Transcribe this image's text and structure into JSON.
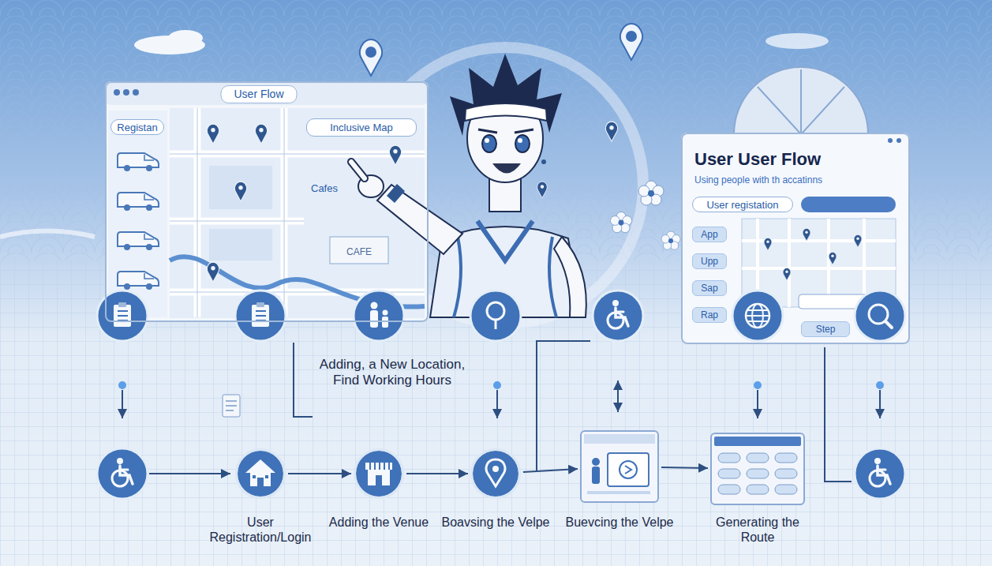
{
  "diagram": {
    "nodes": [
      {
        "text": [
          "User Flow"
        ]
      },
      {
        "text": [
          "Registan"
        ],
        "in": 0
      },
      {
        "text": [
          "Inclusive Map"
        ],
        "in": 0
      },
      {
        "text": [
          "User User Flow",
          "Using people with th accatinns"
        ]
      },
      {
        "text": [
          "User registation"
        ],
        "in": 3
      },
      {
        "text": [
          "App"
        ],
        "in": 3
      },
      {
        "text": [
          "Upp"
        ],
        "in": 3
      },
      {
        "text": [
          "Sap"
        ],
        "in": 3
      },
      {
        "text": [
          "Rap"
        ],
        "in": 3
      },
      {
        "text": [
          "Step"
        ],
        "in": 3
      },
      {
        "text": [
          "User Registration/Login"
        ]
      },
      {
        "text": [
          "Adding the Venue"
        ]
      },
      {
        "text": [
          "Boavsing the Velpe"
        ]
      },
      {
        "text": [
          "Buevcing the Velpe"
        ]
      },
      {
        "text": [
          "Generating the Route"
        ]
      }
    ],
    "edges": [
      {
        "from": 10,
        "to": 11,
        "arrow": "to"
      },
      {
        "from": 11,
        "to": 12,
        "arrow": "to"
      },
      {
        "from": 12,
        "to": 13,
        "arrow": "to"
      },
      {
        "from": 13,
        "to": 14,
        "arrow": "to"
      }
    ],
    "labels": [
      "Cafes",
      "CAFE",
      "Adding, a New Location, Find Working Hours"
    ]
  }
}
